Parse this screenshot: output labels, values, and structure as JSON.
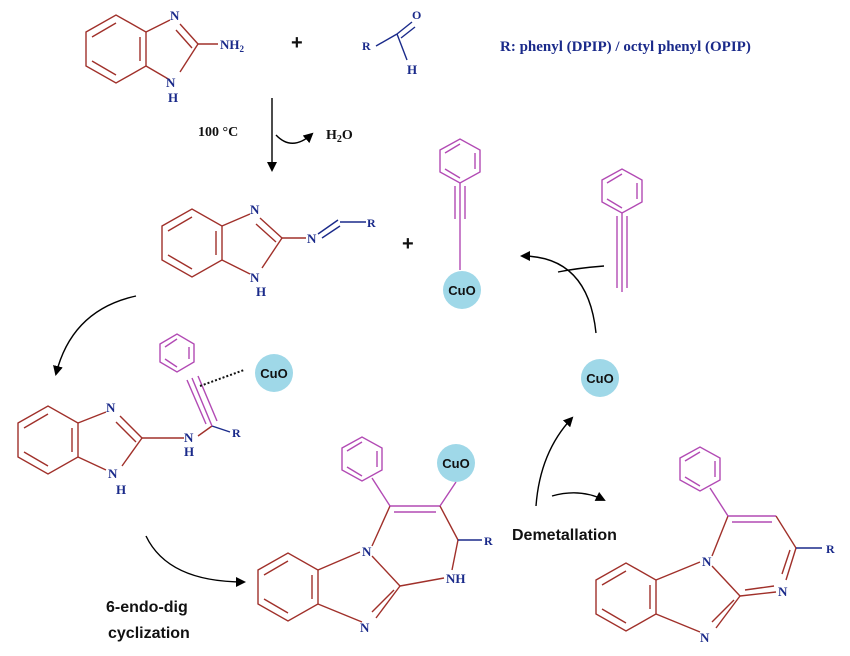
{
  "note": "R: phenyl (DPIP) / octyl phenyl (OPIP)",
  "conditions": {
    "temperature": "100 °C",
    "byproduct": "H",
    "byproduct_sub": "2",
    "byproduct_tail": "O"
  },
  "plus": "+",
  "atoms": {
    "N": "N",
    "NH": "NH",
    "H": "H",
    "NH2": "NH",
    "NH2_sub": "2",
    "R": "R",
    "O": "O"
  },
  "catalyst": "CuO",
  "steps": {
    "demetallation": "Demetallation",
    "cyclization_line1": "6-endo-dig",
    "cyclization_line2": "cyclization"
  },
  "colors": {
    "heterocycle": "#a0302a",
    "phenylacetylene": "#b24ab4",
    "aldehyde": "#1a2a8a",
    "catalyst": "#9fd8e8"
  }
}
